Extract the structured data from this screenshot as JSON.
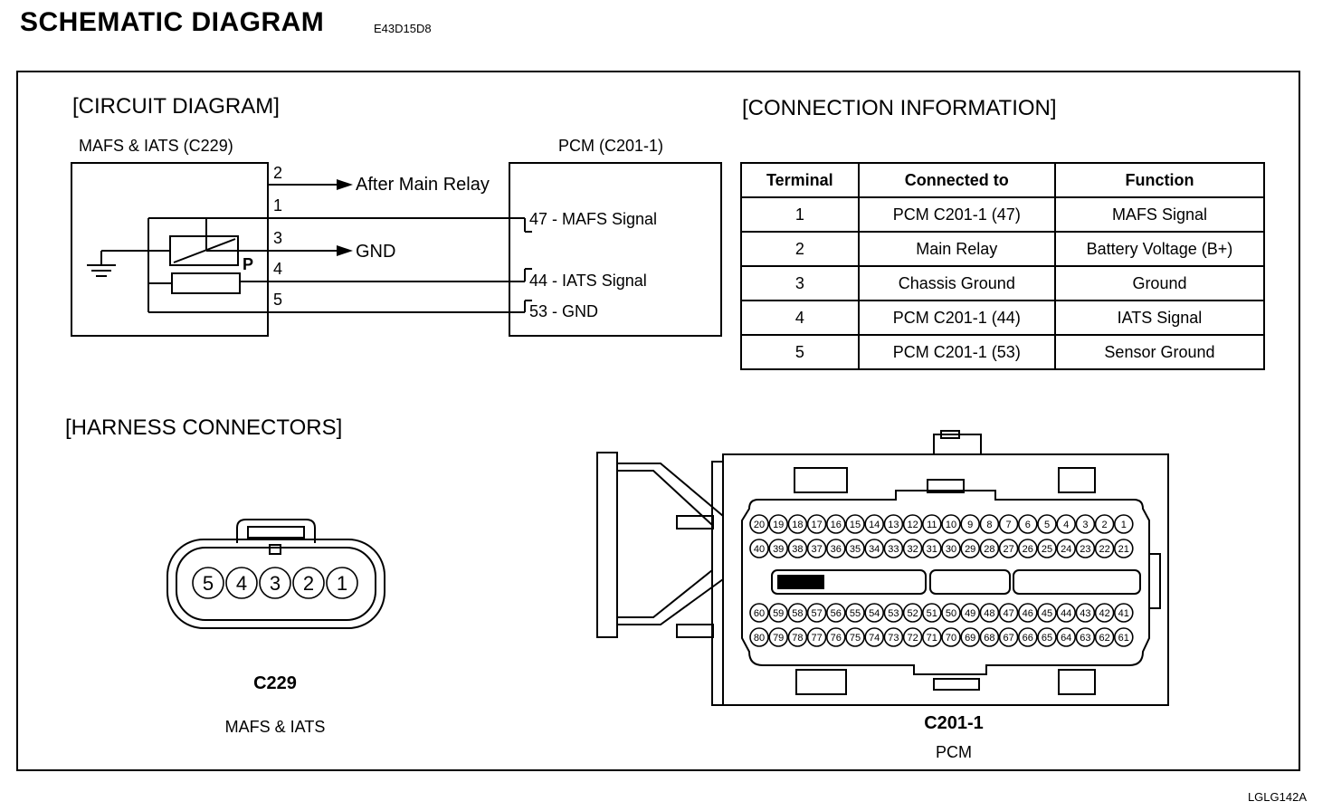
{
  "header": {
    "title": "SCHEMATIC  DIAGRAM",
    "code": "E43D15D8"
  },
  "circuit": {
    "section_title": "[CIRCUIT DIAGRAM]",
    "sensor_label": "MAFS & IATS (C229)",
    "pcm_label": "PCM (C201-1)",
    "pins": [
      "2",
      "1",
      "3",
      "4",
      "5"
    ],
    "after_main_relay": "After Main Relay",
    "gnd": "GND",
    "p_label": "P",
    "pcm_terminals": [
      "47 - MAFS Signal",
      "44 - IATS Signal",
      "53 - GND"
    ]
  },
  "connection": {
    "section_title": "[CONNECTION INFORMATION]",
    "headers": [
      "Terminal",
      "Connected to",
      "Function"
    ],
    "rows": [
      [
        "1",
        "PCM C201-1 (47)",
        "MAFS Signal"
      ],
      [
        "2",
        "Main Relay",
        "Battery Voltage (B+)"
      ],
      [
        "3",
        "Chassis Ground",
        "Ground"
      ],
      [
        "4",
        "PCM C201-1 (44)",
        "IATS Signal"
      ],
      [
        "5",
        "PCM C201-1 (53)",
        "Sensor Ground"
      ]
    ]
  },
  "harness": {
    "section_title": "[HARNESS CONNECTORS]",
    "c229": {
      "pins": [
        "5",
        "4",
        "3",
        "2",
        "1"
      ],
      "name": "C229",
      "desc": "MAFS & IATS"
    },
    "c201": {
      "name": "C201-1",
      "desc": "PCM",
      "rows": [
        [
          "20",
          "19",
          "18",
          "17",
          "16",
          "15",
          "14",
          "13",
          "12",
          "11",
          "10",
          "9",
          "8",
          "7",
          "6",
          "5",
          "4",
          "3",
          "2",
          "1"
        ],
        [
          "40",
          "39",
          "38",
          "37",
          "36",
          "35",
          "34",
          "33",
          "32",
          "31",
          "30",
          "29",
          "28",
          "27",
          "26",
          "25",
          "24",
          "23",
          "22",
          "21"
        ],
        [
          "60",
          "59",
          "58",
          "57",
          "56",
          "55",
          "54",
          "53",
          "52",
          "51",
          "50",
          "49",
          "48",
          "47",
          "46",
          "45",
          "44",
          "43",
          "42",
          "41"
        ],
        [
          "80",
          "79",
          "78",
          "77",
          "76",
          "75",
          "74",
          "73",
          "72",
          "71",
          "70",
          "69",
          "68",
          "67",
          "66",
          "65",
          "64",
          "63",
          "62",
          "61"
        ]
      ]
    }
  },
  "footer": {
    "code": "LGLG142A"
  }
}
